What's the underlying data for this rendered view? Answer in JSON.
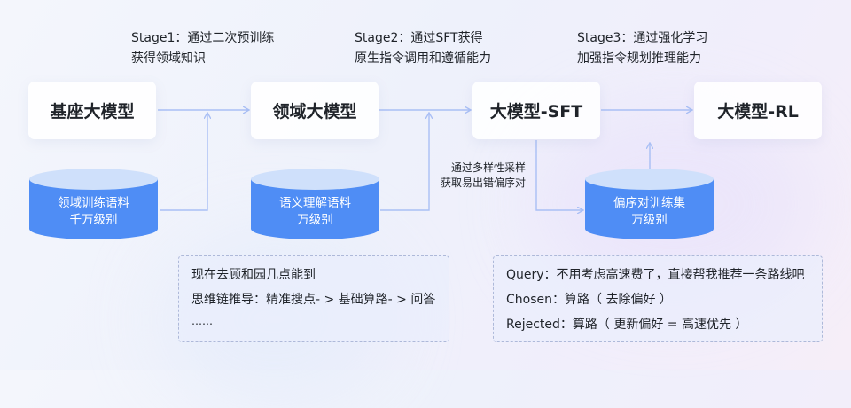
{
  "stages": [
    {
      "line1": "Stage1：通过二次预训练",
      "line2": "获得领域知识"
    },
    {
      "line1": "Stage2：通过SFT获得",
      "line2": "原生指令调用和遵循能力"
    },
    {
      "line1": "Stage3：通过强化学习",
      "line2": "加强指令规划推理能力"
    }
  ],
  "models": [
    "基座大模型",
    "领域大模型",
    "大模型-SFT",
    "大模型-RL"
  ],
  "corpora": [
    {
      "line1": "领域训练语料",
      "line2": "千万级别"
    },
    {
      "line1": "语义理解语料",
      "line2": "万级别"
    },
    {
      "line1": "偏序对训练集",
      "line2": "万级别"
    }
  ],
  "sampling_note": {
    "line1": "通过多样性采样",
    "line2": "获取易出错偏序对"
  },
  "example_left": {
    "line1": "现在去顾和园几点能到",
    "line2": "思维链推导：精准搜点- > 基础算路- > 问答",
    "line3": "……"
  },
  "example_right": {
    "line1": "Query：不用考虑高速费了，直接帮我推荐一条路线吧",
    "line2": "Chosen：算路（ 去除偏好 ）",
    "line3": "Rejected：算路（ 更新偏好 = 高速优先 ）"
  },
  "colors": {
    "arrow": "#a9bff5",
    "db_top": "#cfe0fb",
    "db_body": "#4f8df5"
  }
}
